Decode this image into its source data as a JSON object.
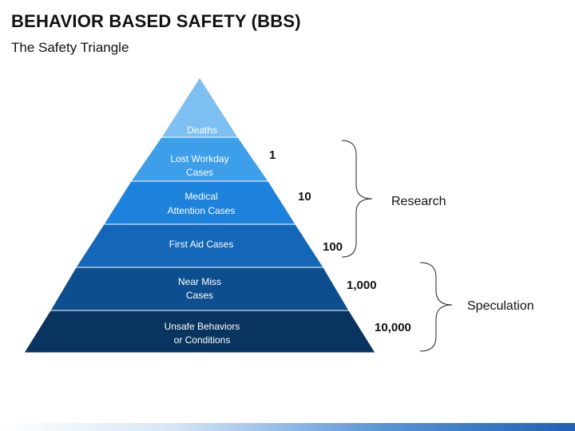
{
  "header": {
    "title": "BEHAVIOR BASED SAFETY (BBS)",
    "subtitle": "The Safety Triangle"
  },
  "pyramid": {
    "levels": [
      {
        "lines": [
          "Deaths"
        ],
        "color": "#7dbff1"
      },
      {
        "lines": [
          "Lost Workday",
          "Cases"
        ],
        "color": "#3d9eea"
      },
      {
        "lines": [
          "Medical",
          "Attention Cases"
        ],
        "color": "#1c82dc"
      },
      {
        "lines": [
          "First Aid Cases"
        ],
        "color": "#1466b8"
      },
      {
        "lines": [
          "Near Miss",
          "Cases"
        ],
        "color": "#0d4f8e"
      },
      {
        "lines": [
          "Unsafe Behaviors",
          "or Conditions"
        ],
        "color": "#08345f"
      }
    ],
    "counts": [
      "1",
      "10",
      "100",
      "1,000",
      "10,000"
    ]
  },
  "groups": [
    {
      "label": "Research"
    },
    {
      "label": "Speculation"
    }
  ]
}
